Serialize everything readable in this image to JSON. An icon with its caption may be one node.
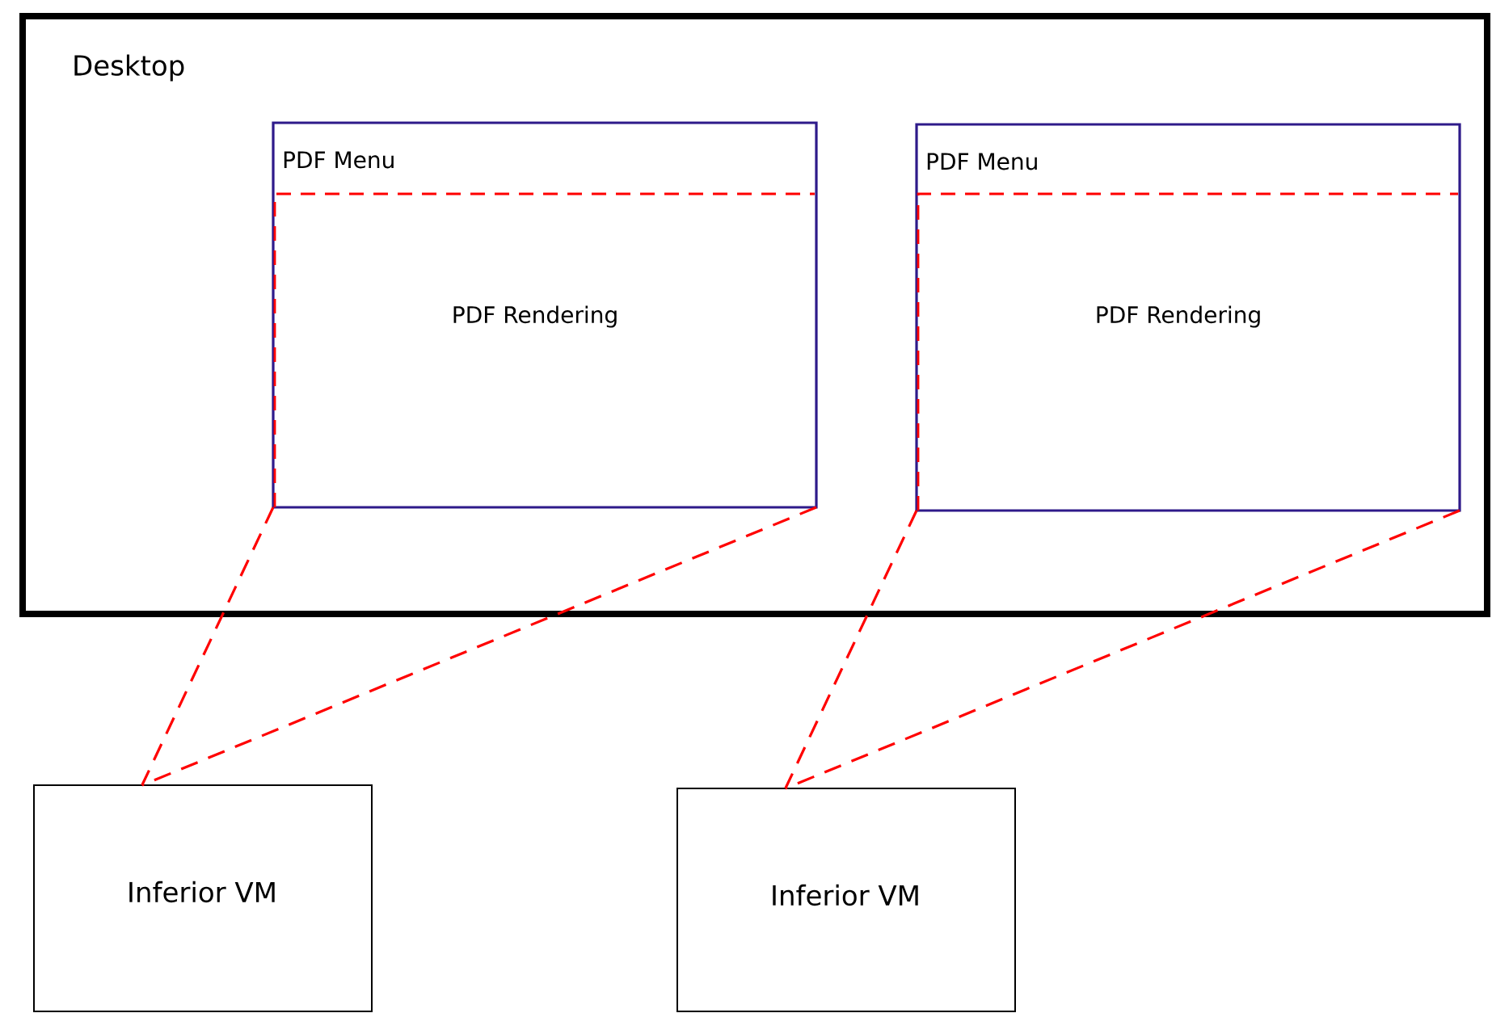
{
  "diagram": {
    "nodes": [
      {
        "text": [
          "Desktop"
        ]
      },
      {
        "text": [
          "PDF Menu"
        ],
        "in": 0
      },
      {
        "text": [
          "PDF Rendering"
        ],
        "in": 1
      },
      {
        "text": [
          "PDF Menu"
        ],
        "in": 0
      },
      {
        "text": [
          "PDF Rendering"
        ],
        "in": 3
      },
      {
        "text": [
          "Inferior VM"
        ]
      },
      {
        "text": [
          "Inferior VM"
        ]
      }
    ],
    "edges": [
      {
        "from": 2,
        "to": 5,
        "arrow": "none",
        "style": "dashed",
        "color": "#ff0000"
      },
      {
        "from": 2,
        "to": 5,
        "arrow": "none",
        "style": "dashed",
        "color": "#ff0000"
      },
      {
        "from": 4,
        "to": 6,
        "arrow": "none",
        "style": "dashed",
        "color": "#ff0000"
      },
      {
        "from": 4,
        "to": 6,
        "arrow": "none",
        "style": "dashed",
        "color": "#ff0000"
      }
    ]
  }
}
